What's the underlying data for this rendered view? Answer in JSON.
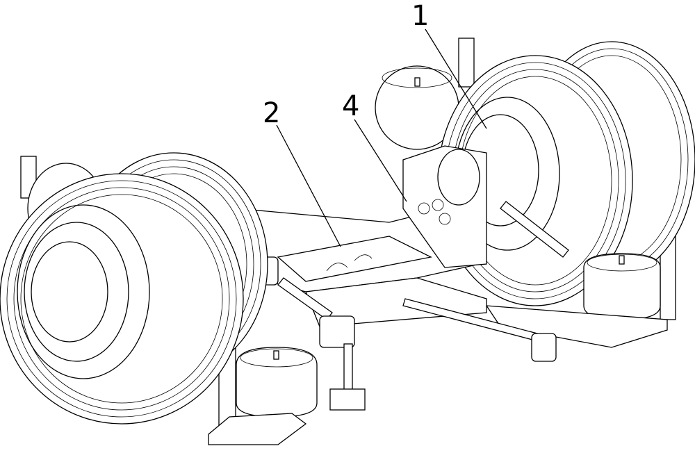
{
  "figure": {
    "callouts": [
      {
        "id": "callout-1",
        "label": "1"
      },
      {
        "id": "callout-2",
        "label": "2"
      },
      {
        "id": "callout-4",
        "label": "4"
      }
    ],
    "colors": {
      "line": "#000000",
      "background": "#ffffff"
    }
  }
}
